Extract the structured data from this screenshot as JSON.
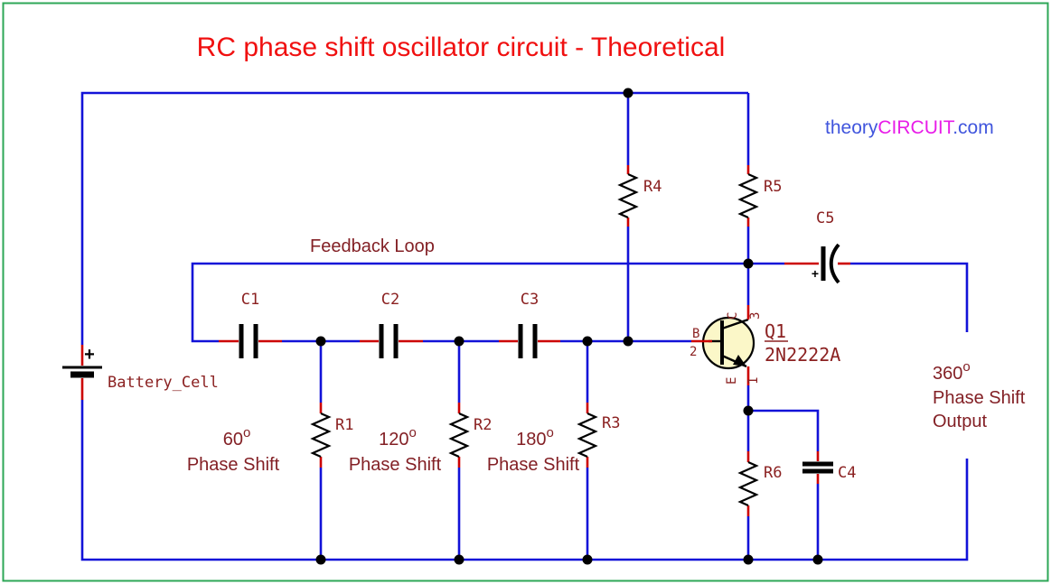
{
  "title": "RC phase shift oscillator circuit - Theoretical",
  "brand": {
    "theory": "theory",
    "circuit": "CIRCUIT",
    "dotcom": ".com"
  },
  "annotations": {
    "feedback_loop": "Feedback Loop",
    "phase_shifts": [
      {
        "degrees": "60",
        "sup": "o",
        "label": "Phase Shift"
      },
      {
        "degrees": "120",
        "sup": "o",
        "label": "Phase Shift"
      },
      {
        "degrees": "180",
        "sup": "o",
        "label": "Phase Shift"
      },
      {
        "degrees": "360",
        "sup": "o",
        "label": "Phase Shift",
        "label2": "Output"
      }
    ]
  },
  "components": {
    "battery": {
      "ref": "Battery_Cell",
      "polarity": "+"
    },
    "r1": {
      "ref": "R1"
    },
    "r2": {
      "ref": "R2"
    },
    "r3": {
      "ref": "R3"
    },
    "r4": {
      "ref": "R4"
    },
    "r5": {
      "ref": "R5"
    },
    "r6": {
      "ref": "R6"
    },
    "c1": {
      "ref": "C1"
    },
    "c2": {
      "ref": "C2"
    },
    "c3": {
      "ref": "C3"
    },
    "c4": {
      "ref": "C4"
    },
    "c5": {
      "ref": "C5",
      "polarity": "+"
    },
    "q1": {
      "ref": "Q1",
      "value": "2N2222A",
      "pins": {
        "base_name": "B",
        "base_num": "2",
        "collector_name": "C",
        "collector_num": "3",
        "emitter_name": "E",
        "emitter_num": "1"
      }
    }
  },
  "colors": {
    "wire": "#1212D8",
    "pin_stub": "#CC0000",
    "schematic_label": "#8B2121",
    "title": "#F01010",
    "brand_blue": "#4055DD",
    "brand_magenta": "#E81CE8",
    "border_green": "#2EA757",
    "transistor_fill": "#FBF7C8",
    "junction": "#000000"
  }
}
